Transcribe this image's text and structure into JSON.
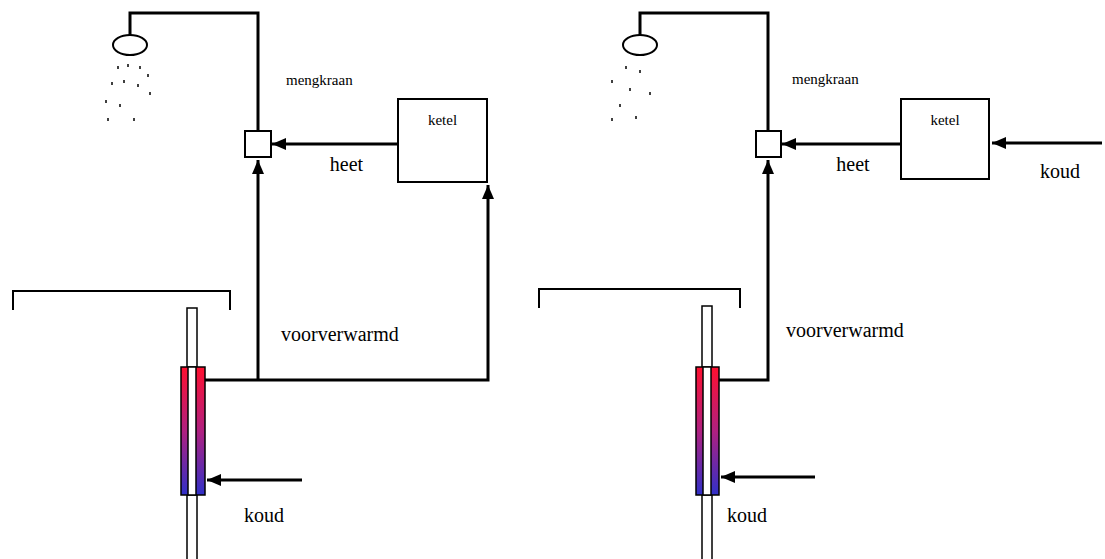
{
  "diagram": {
    "nodes": [
      {
        "text": [
          "ketel"
        ]
      },
      {
        "text": [
          "mengkraan"
        ]
      },
      {
        "text": [
          "ketel"
        ]
      },
      {
        "text": [
          "mengkraan"
        ]
      }
    ],
    "edges": [
      {
        "from": 0,
        "to": 1,
        "arrow": "to",
        "label": "heet"
      },
      {
        "from": 2,
        "to": 3,
        "arrow": "to",
        "label": "heet"
      }
    ],
    "labels": [
      "voorverwarmd",
      "koud",
      "voorverwarmd",
      "koud",
      "koud"
    ]
  }
}
